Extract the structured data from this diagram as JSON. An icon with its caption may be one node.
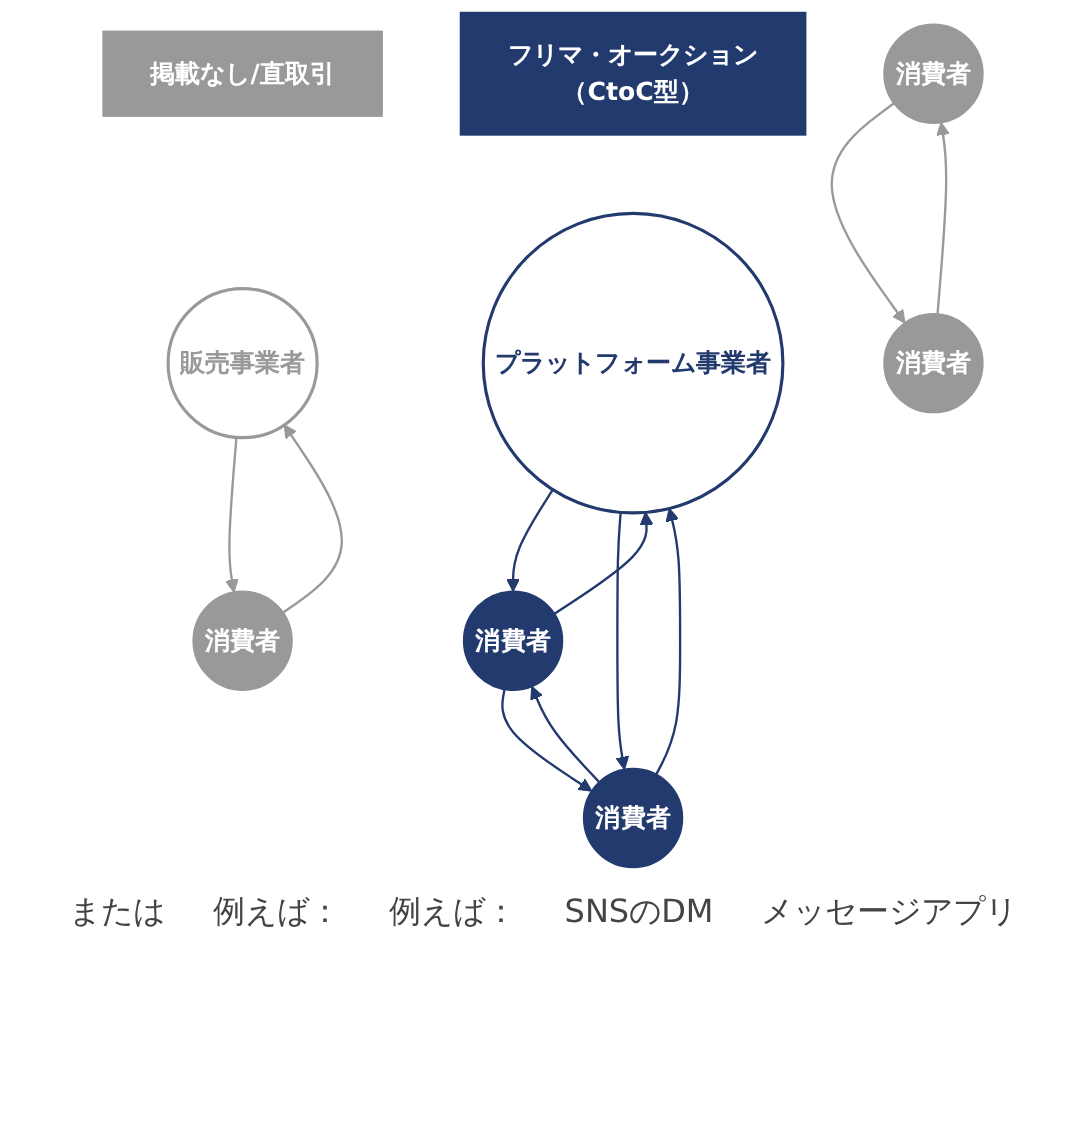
{
  "diagram": {
    "nodes": [
      {
        "text": [
          "フリマ・オークション",
          "（CtoC型）"
        ]
      },
      {
        "text": [
          "掲載なし/直取引"
        ]
      },
      {
        "text": [
          "プラットフォーム事業者"
        ]
      },
      {
        "text": [
          "消費者"
        ]
      },
      {
        "text": [
          "消費者"
        ]
      },
      {
        "text": [
          "販売事業者"
        ]
      },
      {
        "text": [
          "消費者"
        ]
      },
      {
        "text": [
          "消費者"
        ]
      },
      {
        "text": [
          "消費者"
        ]
      }
    ],
    "edges": [
      {
        "from": 3,
        "to": 2,
        "arrow": "to"
      },
      {
        "from": 2,
        "to": 3,
        "arrow": "to"
      },
      {
        "from": 4,
        "to": 2,
        "arrow": "to"
      },
      {
        "from": 2,
        "to": 4,
        "arrow": "to"
      },
      {
        "from": 3,
        "to": 4,
        "arrow": "to"
      },
      {
        "from": 4,
        "to": 3,
        "arrow": "to"
      },
      {
        "from": 5,
        "to": 7,
        "arrow": "to",
        "color": "#999999"
      },
      {
        "from": 7,
        "to": 5,
        "arrow": "to",
        "color": "#999999"
      },
      {
        "from": 6,
        "to": 8,
        "arrow": "to",
        "color": "#999999"
      },
      {
        "from": 8,
        "to": 6,
        "arrow": "to",
        "color": "#999999"
      }
    ],
    "labels": [
      "または",
      "例えば：",
      "例えば：",
      "SNSのDM",
      "メッセージアプリ"
    ]
  }
}
